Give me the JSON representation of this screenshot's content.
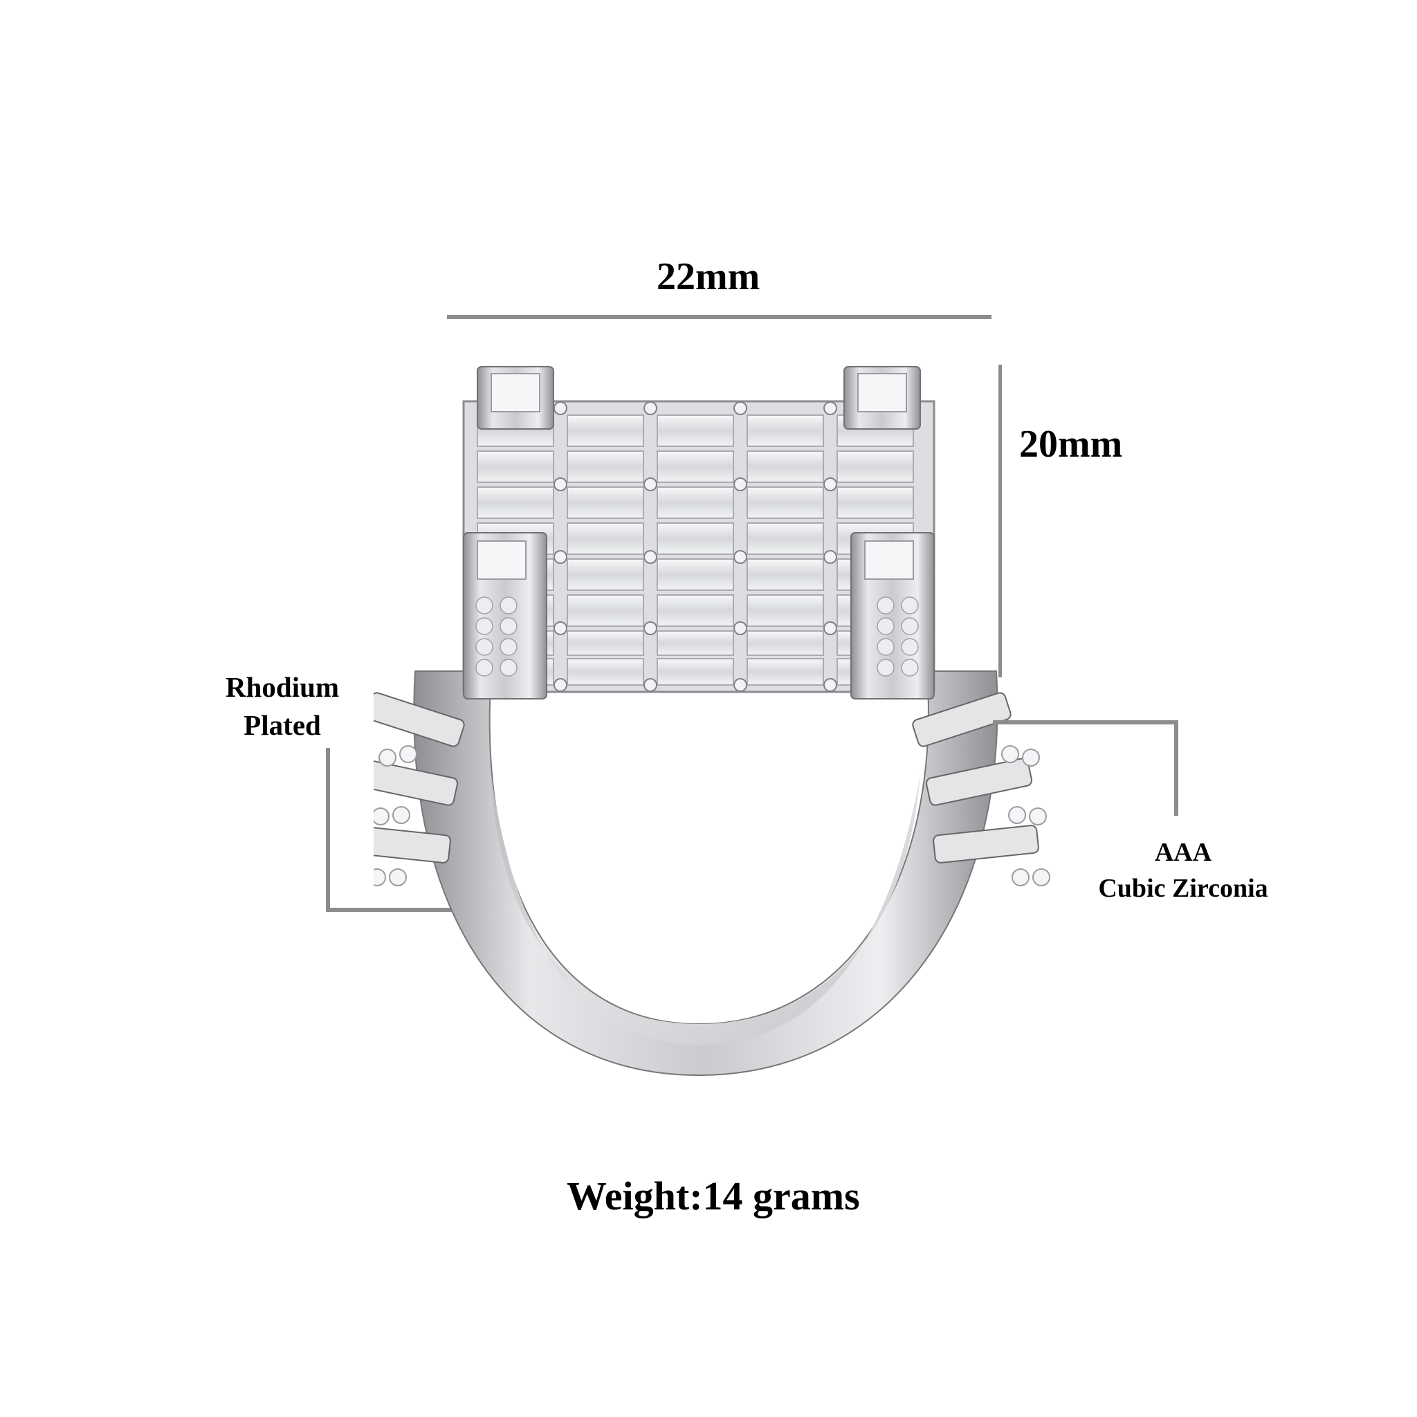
{
  "product": {
    "type": "ring",
    "description_icon": "iced-out-square-cluster-ring-illustration"
  },
  "dimensions": {
    "width_label": "22mm",
    "height_label": "20mm"
  },
  "callouts": {
    "plating": {
      "line1": "Rhodium",
      "line2": "Plated"
    },
    "stones": {
      "line1": "AAA",
      "line2": "Cubic Zirconia"
    }
  },
  "weight_label": "Weight:14 grams",
  "colors": {
    "background": "#ffffff",
    "text": "#000000",
    "measure_line": "#8c8c8c",
    "metal": "#d9dbde",
    "metal_shadow": "#9a9ca0",
    "stone": "#eef0f2"
  }
}
